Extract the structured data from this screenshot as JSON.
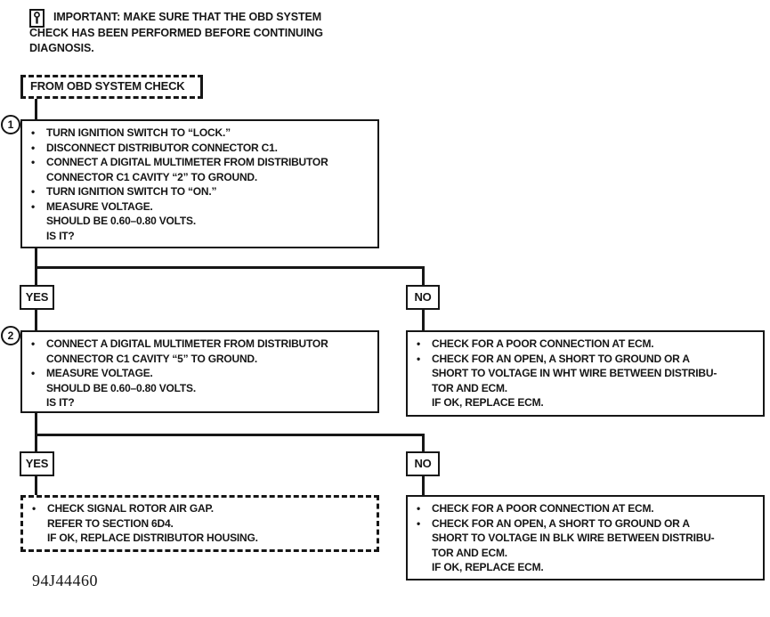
{
  "colors": {
    "ink": "#161616",
    "paper": "#ffffff"
  },
  "notice": {
    "icon": "important-icon",
    "text": "IMPORTANT:  MAKE SURE THAT THE OBD SYSTEM\nCHECK HAS BEEN PERFORMED BEFORE CONTINUING\nDIAGNOSIS."
  },
  "flow": {
    "start_label": "FROM OBD SYSTEM CHECK",
    "step1": {
      "number": "1",
      "bullets": [
        "TURN IGNITION SWITCH TO “LOCK.”",
        "DISCONNECT DISTRIBUTOR CONNECTOR C1.",
        "CONNECT A DIGITAL MULTIMETER FROM DISTRIBUTOR\nCONNECTOR C1 CAVITY “2” TO GROUND.",
        "TURN IGNITION SWITCH TO “ON.”",
        "MEASURE VOLTAGE.\nSHOULD BE 0.60–0.80 VOLTS.\nIS IT?"
      ]
    },
    "branch1": {
      "yes": "YES",
      "no": "NO"
    },
    "step2": {
      "number": "2",
      "bullets": [
        "CONNECT A DIGITAL MULTIMETER FROM DISTRIBUTOR\nCONNECTOR C1 CAVITY “5” TO GROUND.",
        "MEASURE VOLTAGE.\nSHOULD BE 0.60–0.80 VOLTS.\nIS IT?"
      ]
    },
    "no1_result": {
      "bullets": [
        "CHECK FOR A POOR CONNECTION AT ECM.",
        "CHECK FOR AN OPEN, A SHORT TO GROUND OR A\nSHORT TO VOLTAGE IN WHT WIRE BETWEEN DISTRIBU-\nTOR AND ECM.\nIF OK, REPLACE ECM."
      ]
    },
    "branch2": {
      "yes": "YES",
      "no": "NO"
    },
    "yes2_result": {
      "bullets": [
        "CHECK SIGNAL ROTOR AIR GAP.\nREFER TO SECTION 6D4.\nIF OK, REPLACE DISTRIBUTOR HOUSING."
      ]
    },
    "no2_result": {
      "bullets": [
        "CHECK FOR A POOR CONNECTION AT ECM.",
        "CHECK FOR AN OPEN, A SHORT TO GROUND OR A\nSHORT TO VOLTAGE IN BLK WIRE BETWEEN DISTRIBU-\nTOR AND ECM.\nIF OK, REPLACE ECM."
      ]
    }
  },
  "footer": {
    "figure_code": "94J44460"
  }
}
